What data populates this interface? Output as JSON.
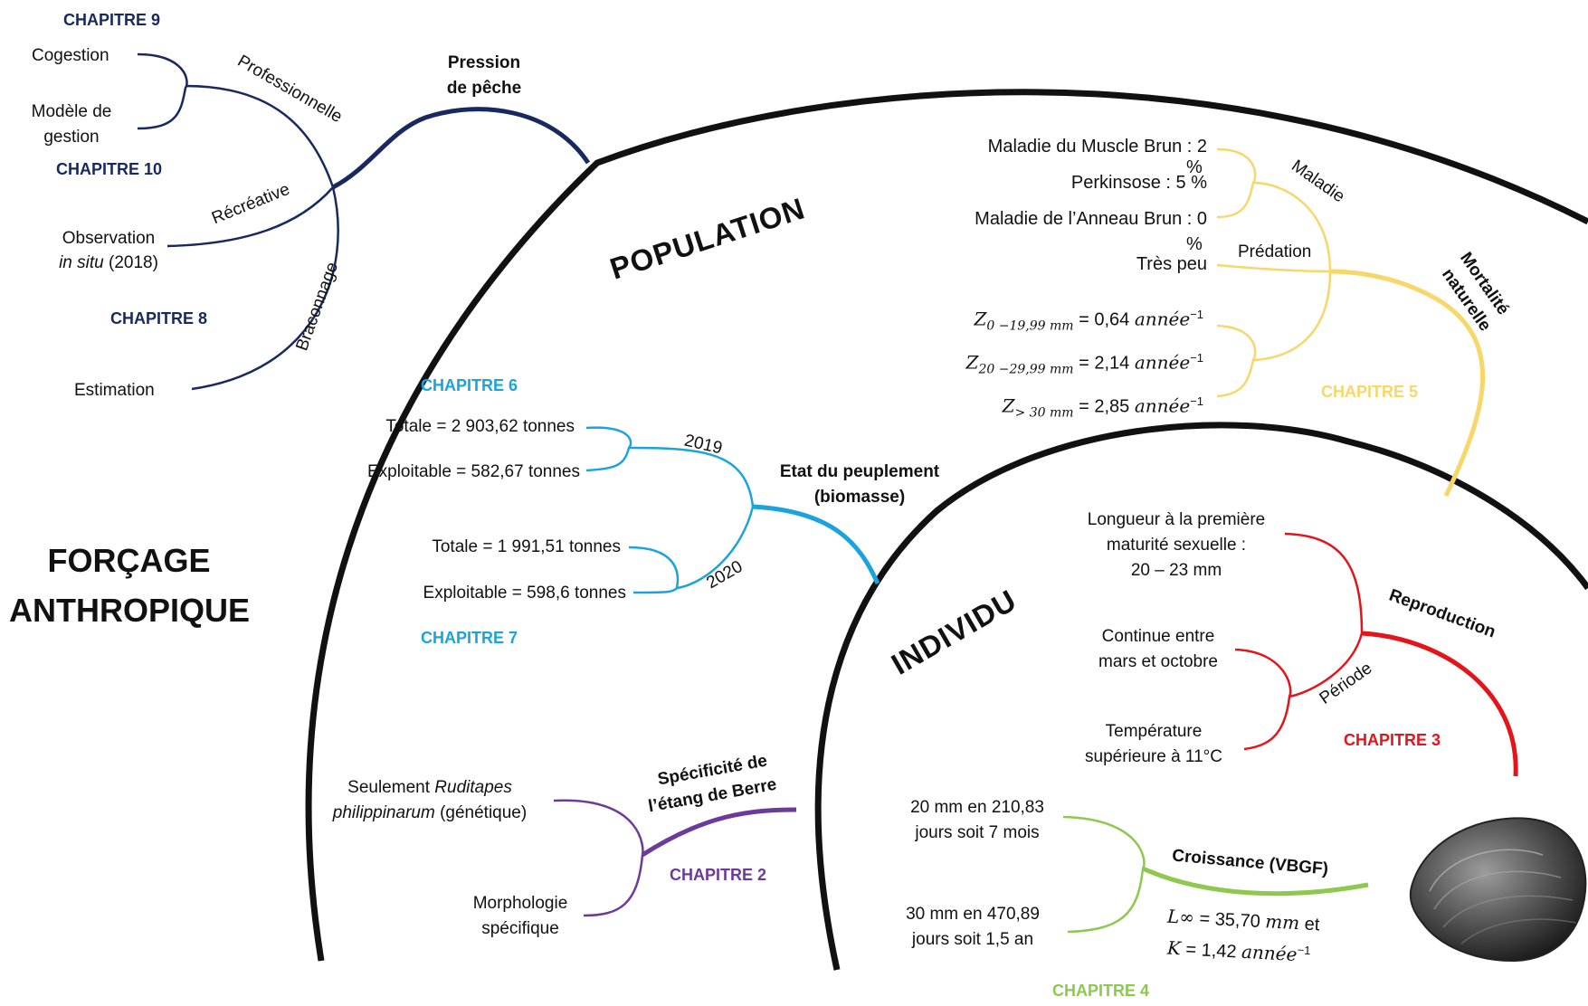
{
  "colors": {
    "navy": "#17295e",
    "cyan": "#1aa3dd",
    "yellow": "#f7d76a",
    "red": "#e3151b",
    "green": "#8fc84f",
    "purple": "#6c3a9b",
    "black": "#111111"
  },
  "main": {
    "title_line1": "FORÇAGE",
    "title_line2": "ANTHROPIQUE"
  },
  "zones": {
    "population": "POPULATION",
    "individu": "INDIVIDU"
  },
  "fishing": {
    "chapters": {
      "ch9": "CHAPITRE 9",
      "ch10": "CHAPITRE 10",
      "ch8": "CHAPITRE 8"
    },
    "branch_label_line1": "Pression",
    "branch_label_line2": "de pêche",
    "professionnelle": "Professionnelle",
    "recreative": "Récréative",
    "braconnage": "Braconnage",
    "cogestion": "Cogestion",
    "modele_line1": "Modèle de",
    "modele_line2": "gestion",
    "observation_line1": "Observation",
    "observation_line2_italic": "in situ",
    "observation_line2_rest": " (2018)",
    "estimation": "Estimation"
  },
  "stock": {
    "chapters": {
      "ch6": "CHAPITRE 6",
      "ch7": "CHAPITRE 7"
    },
    "branch_line1": "Etat du peuplement",
    "branch_line2": "(biomasse)",
    "year_2019": "2019",
    "year_2020": "2020",
    "totale_2019": "Totale = 2 903,62 tonnes",
    "exploit_2019": "Exploitable = 582,67 tonnes",
    "totale_2020": "Totale = 1 991,51 tonnes",
    "exploit_2020": "Exploitable = 598,6 tonnes"
  },
  "specificity": {
    "chapter": "CHAPITRE 2",
    "branch_line1": "Spécificité de",
    "branch_line2": "l’étang de Berre",
    "seulement_line1_plain": "Seulement ",
    "seulement_line1_italic": "Ruditapes",
    "seulement_line2_italic": "philippinarum",
    "seulement_line2_rest": " (génétique)",
    "morpho_line1": "Morphologie",
    "morpho_line2": "spécifique"
  },
  "mortality": {
    "chapter": "CHAPITRE 5",
    "branch_line1": "Mortalité",
    "branch_line2": "naturelle",
    "maladie": "Maladie",
    "predation": "Prédation",
    "mmb_line1": "Maladie du Muscle Brun : 2",
    "mmb_line2": "%",
    "perkinsose": "Perkinsose : 5 %",
    "mab_line1": "Maladie de l’Anneau Brun : 0",
    "mab_line2": "%",
    "tres_peu": "Très peu",
    "z1_sym": "Z",
    "z1_sub": "0 −19,99 mm",
    "z1_val": " = 0,64 ",
    "z2_sym": "Z",
    "z2_sub": "20 −29,99 mm",
    "z2_val": " = 2,14 ",
    "z3_sym": "Z",
    "z3_sub": "> 30 mm",
    "z3_val": " = 2,85 ",
    "unit_word": "année",
    "unit_exp": "−1"
  },
  "reproduction": {
    "chapter": "CHAPITRE 3",
    "branch": "Reproduction",
    "periode": "Période",
    "longueur_line1": "Longueur à la première",
    "longueur_line2": "maturité sexuelle :",
    "longueur_line3": "20 – 23 mm",
    "continue_line1": "Continue entre",
    "continue_line2": "mars et octobre",
    "temperature_line1": "Température",
    "temperature_line2": "supérieure à 11°C"
  },
  "growth": {
    "chapter": "CHAPITRE 4",
    "branch": "Croissance (VBGF)",
    "mm20_line1": "20 mm en 210,83",
    "mm20_line2": "jours soit 7 mois",
    "mm30_line1": "30 mm en 470,89",
    "mm30_line2": "jours soit 1,5 an",
    "linf_sym": "L∞",
    "linf_val": " = 35,70 ",
    "linf_unit": "mm",
    "linf_tail": " et",
    "k_sym": "K",
    "k_val": " = 1,42 ",
    "k_unit": "année",
    "k_exp": "−1"
  }
}
